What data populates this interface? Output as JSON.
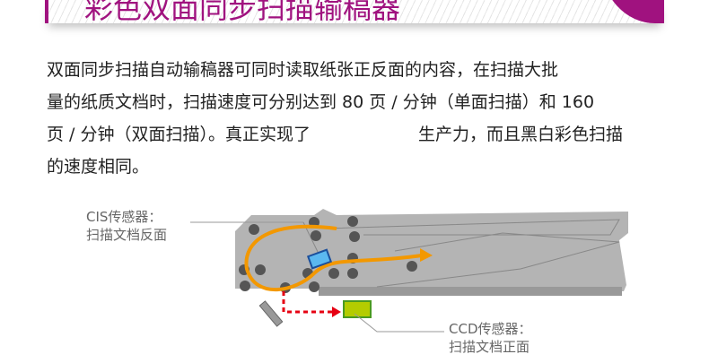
{
  "banner": {
    "title": "彩色双面同步扫描输稿器"
  },
  "description": [
    "双面同步扫描自动输稿器可同时读取纸张正反面的内容，在扫描大批",
    "量的纸质文档时，扫描速度可分别达到 80 页 / 分钟（单面扫描）和 160",
    "页 / 分钟（双面扫描）。真正实现了　　　　　　 生产力，而且黑白彩色扫描",
    "的速度相同。"
  ],
  "diagram": {
    "cis_label": [
      "CIS传感器：",
      "扫描文档反面"
    ],
    "ccd_label": [
      "CCD传感器：",
      "扫描文档正面"
    ],
    "colors": {
      "body": "#b4b4b4",
      "path": "#f39800",
      "cis": "#5bb8f0",
      "ccd": "#b4cc00",
      "arrow": "#e60012"
    }
  }
}
